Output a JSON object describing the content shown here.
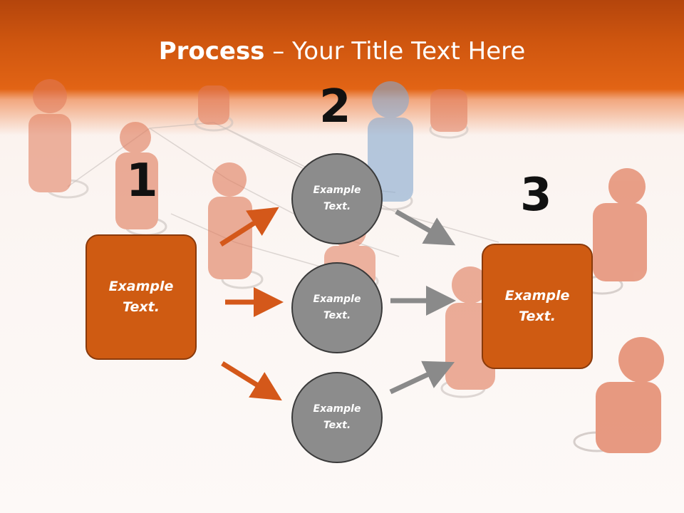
{
  "slide": {
    "title_bold": "Process",
    "title_rest": " – Your Title Text Here"
  },
  "steps": [
    {
      "number": "1",
      "text": "Example Text."
    },
    {
      "number": "2",
      "items": [
        "Example Text.",
        "Example Text.",
        "Example Text."
      ]
    },
    {
      "number": "3",
      "text": "Example Text."
    }
  ],
  "colors": {
    "header": "#d95c13",
    "box_fill": "#cf5b12",
    "circle_fill": "#8c8c8c",
    "orange_arrow": "#d4581a",
    "gray_arrow": "#8a8a8a"
  }
}
